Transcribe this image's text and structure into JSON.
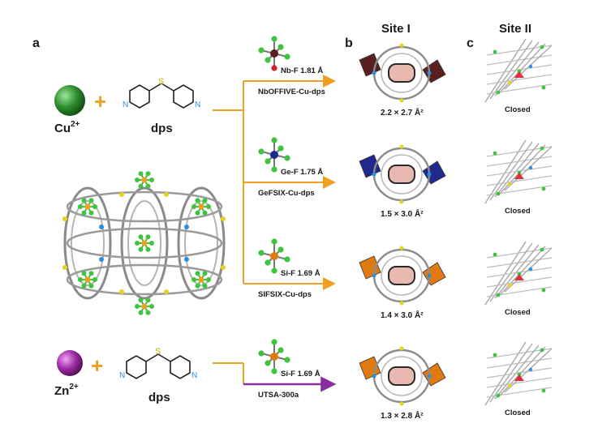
{
  "panels": {
    "a": "a",
    "b": "b",
    "c": "c"
  },
  "headers": {
    "site1": "Site I",
    "site2": "Site II"
  },
  "reactants": {
    "cu_label": "Cu",
    "cu_charge": "2+",
    "zn_label": "Zn",
    "zn_charge": "2+",
    "plus": "+",
    "ligand": "dps",
    "atom_s": "S",
    "atom_n": "N"
  },
  "materials": [
    {
      "name": "NbOFFIVE-Cu-dps",
      "bond": "Nb-F 1.81 Å",
      "pore": "2.2 × 2.7 Å²",
      "site2": "Closed"
    },
    {
      "name": "GeFSIX-Cu-dps",
      "bond": "Ge-F 1.75 Å",
      "pore": "1.5 × 3.0 Å²",
      "site2": "Closed"
    },
    {
      "name": "SIFSIX-Cu-dps",
      "bond": "Si-F 1.69 Å",
      "pore": "1.4 × 3.0 Å²",
      "site2": "Closed"
    },
    {
      "name": "UTSA-300a",
      "bond": "Si-F 1.69 Å",
      "pore": "1.3 × 2.8 Å²",
      "site2": "Closed"
    }
  ],
  "colors": {
    "arrow_orange": "#f0a020",
    "arrow_purple": "#8a2d9e",
    "cu_sphere": "#2e8b2e",
    "zn_sphere": "#9b2aa3",
    "fluorine": "#3ec43e",
    "nb_center": "#5a1f1f",
    "ge_center": "#1f2a8c",
    "si_center": "#e07a10",
    "sulfur": "#e8d21a",
    "nitrogen": "#2a8fe0"
  },
  "icons": [
    "cu-sphere-icon",
    "zn-sphere-icon",
    "dps-ligand-icon",
    "octahedral-anion-icon",
    "framework-structure-icon",
    "pore-window-icon",
    "site2-cage-icon"
  ]
}
